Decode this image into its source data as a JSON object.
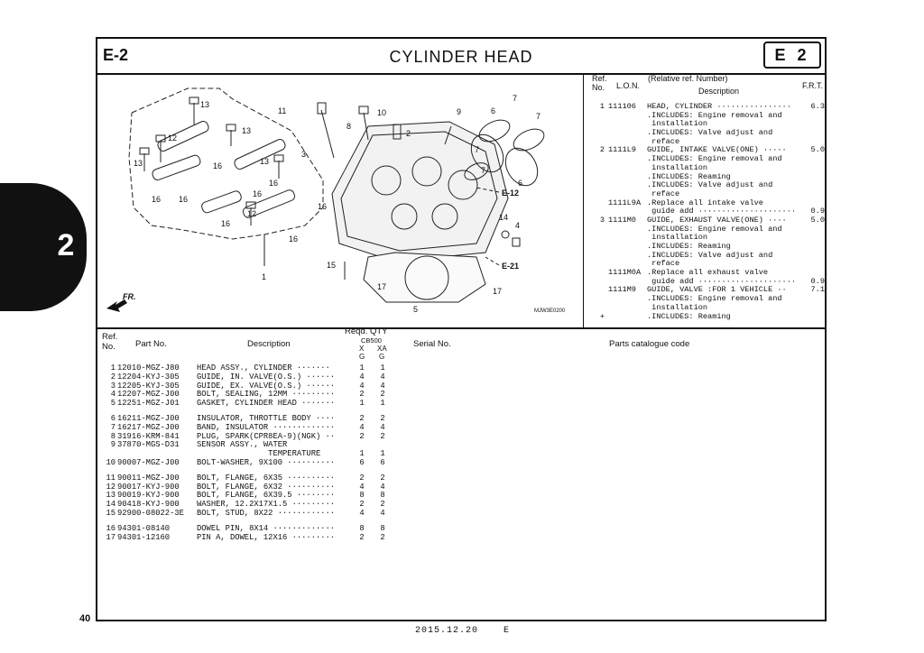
{
  "header": {
    "section_code": "E-2",
    "title": "CYLINDER HEAD",
    "badge": "E 2"
  },
  "side_tab": {
    "number": "2"
  },
  "diagram": {
    "code": "MJW3E0200",
    "direction_label": "FR.",
    "ref_tags": [
      "E-12",
      "E-21"
    ],
    "callouts": [
      "13",
      "12",
      "13",
      "16",
      "16",
      "13",
      "16",
      "16",
      "16",
      "12",
      "16",
      "16",
      "1",
      "11",
      "10",
      "8",
      "2",
      "3",
      "13",
      "16",
      "9",
      "6",
      "7",
      "7",
      "7",
      "7",
      "6",
      "14",
      "4",
      "15",
      "17",
      "17",
      "5"
    ]
  },
  "frt_table": {
    "headers": {
      "ref": "Ref.\nNo.",
      "lon": "L.O.N.",
      "desc_top": "(Relative ref. Number)",
      "desc": "Description",
      "frt": "F.R.T."
    },
    "rows": [
      {
        "ref": "1",
        "lon": "111106",
        "desc": "HEAD, CYLINDER ················",
        "frt": "6.3"
      },
      {
        "ref": "",
        "lon": "",
        "desc": ".INCLUDES: Engine removal and",
        "frt": ""
      },
      {
        "ref": "",
        "lon": "",
        "desc": " installation",
        "frt": ""
      },
      {
        "ref": "",
        "lon": "",
        "desc": ".INCLUDES: Valve adjust and",
        "frt": ""
      },
      {
        "ref": "",
        "lon": "",
        "desc": " reface",
        "frt": ""
      },
      {
        "ref": "2",
        "lon": "1111L9",
        "desc": "GUIDE, INTAKE VALVE(ONE) ·····",
        "frt": "5.0"
      },
      {
        "ref": "",
        "lon": "",
        "desc": ".INCLUDES: Engine removal and",
        "frt": ""
      },
      {
        "ref": "",
        "lon": "",
        "desc": " installation",
        "frt": ""
      },
      {
        "ref": "",
        "lon": "",
        "desc": ".INCLUDES: Reaming",
        "frt": ""
      },
      {
        "ref": "",
        "lon": "",
        "desc": ".INCLUDES: Valve adjust and",
        "frt": ""
      },
      {
        "ref": "",
        "lon": "",
        "desc": " reface",
        "frt": ""
      },
      {
        "ref": "",
        "lon": "1111L9A",
        "desc": ".Replace all intake valve",
        "frt": ""
      },
      {
        "ref": "",
        "lon": "",
        "desc": " guide add ·····················",
        "frt": "0.9"
      },
      {
        "ref": "3",
        "lon": "1111M0",
        "desc": "GUIDE, EXHAUST VALVE(ONE) ····",
        "frt": "5.0"
      },
      {
        "ref": "",
        "lon": "",
        "desc": ".INCLUDES: Engine removal and",
        "frt": ""
      },
      {
        "ref": "",
        "lon": "",
        "desc": " installation",
        "frt": ""
      },
      {
        "ref": "",
        "lon": "",
        "desc": ".INCLUDES: Reaming",
        "frt": ""
      },
      {
        "ref": "",
        "lon": "",
        "desc": ".INCLUDES: Valve adjust and",
        "frt": ""
      },
      {
        "ref": "",
        "lon": "",
        "desc": " reface",
        "frt": ""
      },
      {
        "ref": "",
        "lon": "1111M0A",
        "desc": ".Replace all exhaust valve",
        "frt": ""
      },
      {
        "ref": "",
        "lon": "",
        "desc": " guide add ·····················",
        "frt": "0.9"
      },
      {
        "ref": "",
        "lon": "1111M9",
        "desc": "GUIDE, VALVE :FOR 1 VEHICLE ··",
        "frt": "7.1"
      },
      {
        "ref": "",
        "lon": "",
        "desc": ".INCLUDES: Engine removal and",
        "frt": ""
      },
      {
        "ref": "",
        "lon": "",
        "desc": " installation",
        "frt": ""
      },
      {
        "ref": "+",
        "lon": "",
        "desc": ".INCLUDES: Reaming",
        "frt": ""
      }
    ]
  },
  "parts_table": {
    "headers": {
      "ref": "Ref.\nNo.",
      "part_no": "Part No.",
      "description": "Description",
      "qty": "Reqd. QTY",
      "model": "CB500",
      "col_x": "X",
      "col_xa": "XA",
      "g1": "G",
      "g2": "G",
      "serial": "Serial No.",
      "catalogue": "Parts catalogue code"
    },
    "rows": [
      {
        "ref": "1",
        "part_no": "12010-MGZ-J80",
        "desc": "HEAD ASSY., CYLINDER ·······",
        "x": "1",
        "xa": "1"
      },
      {
        "ref": "2",
        "part_no": "12204-KYJ-305",
        "desc": "GUIDE, IN. VALVE(O.S.) ······",
        "x": "4",
        "xa": "4"
      },
      {
        "ref": "3",
        "part_no": "12205-KYJ-305",
        "desc": "GUIDE, EX. VALVE(O.S.) ······",
        "x": "4",
        "xa": "4"
      },
      {
        "ref": "4",
        "part_no": "12207-MGZ-J00",
        "desc": "BOLT, SEALING, 12MM ·········",
        "x": "2",
        "xa": "2"
      },
      {
        "ref": "5",
        "part_no": "12251-MGZ-J01",
        "desc": "GASKET, CYLINDER HEAD ·······",
        "x": "1",
        "xa": "1"
      },
      {
        "gap": true
      },
      {
        "ref": "6",
        "part_no": "16211-MGZ-J00",
        "desc": "INSULATOR, THROTTLE BODY ····",
        "x": "2",
        "xa": "2"
      },
      {
        "ref": "7",
        "part_no": "16217-MGZ-J00",
        "desc": "BAND, INSULATOR ·············",
        "x": "4",
        "xa": "4"
      },
      {
        "ref": "8",
        "part_no": "31916-KRM-841",
        "desc": "PLUG, SPARK(CPR8EA-9)(NGK) ··",
        "x": "2",
        "xa": "2"
      },
      {
        "ref": "9",
        "part_no": "37870-MGS-D31",
        "desc": "SENSOR ASSY., WATER",
        "x": "",
        "xa": ""
      },
      {
        "ref": "",
        "part_no": "",
        "desc": "               TEMPERATURE",
        "x": "1",
        "xa": "1"
      },
      {
        "ref": "10",
        "part_no": "90007-MGZ-J00",
        "desc": "BOLT-WASHER, 9X100 ··········",
        "x": "6",
        "xa": "6"
      },
      {
        "gap": true
      },
      {
        "ref": "11",
        "part_no": "90011-MGZ-J00",
        "desc": "BOLT, FLANGE, 6X35 ··········",
        "x": "2",
        "xa": "2"
      },
      {
        "ref": "12",
        "part_no": "90017-KYJ-900",
        "desc": "BOLT, FLANGE, 6X32 ··········",
        "x": "4",
        "xa": "4"
      },
      {
        "ref": "13",
        "part_no": "90019-KYJ-900",
        "desc": "BOLT, FLANGE, 6X39.5 ········",
        "x": "8",
        "xa": "8"
      },
      {
        "ref": "14",
        "part_no": "90418-KYJ-900",
        "desc": "WASHER, 12.2X17X1.5 ·········",
        "x": "2",
        "xa": "2"
      },
      {
        "ref": "15",
        "part_no": "92900-08022-3E",
        "desc": "BOLT, STUD, 8X22 ············",
        "x": "4",
        "xa": "4"
      },
      {
        "gap": true
      },
      {
        "ref": "16",
        "part_no": "94301-08140",
        "desc": "DOWEL PIN, 8X14 ·············",
        "x": "8",
        "xa": "8"
      },
      {
        "ref": "17",
        "part_no": "94301-12160",
        "desc": "PIN A, DOWEL, 12X16 ·········",
        "x": "2",
        "xa": "2"
      }
    ]
  },
  "footer": {
    "page_number": "40",
    "date": "2015.12.20",
    "code": "E"
  }
}
